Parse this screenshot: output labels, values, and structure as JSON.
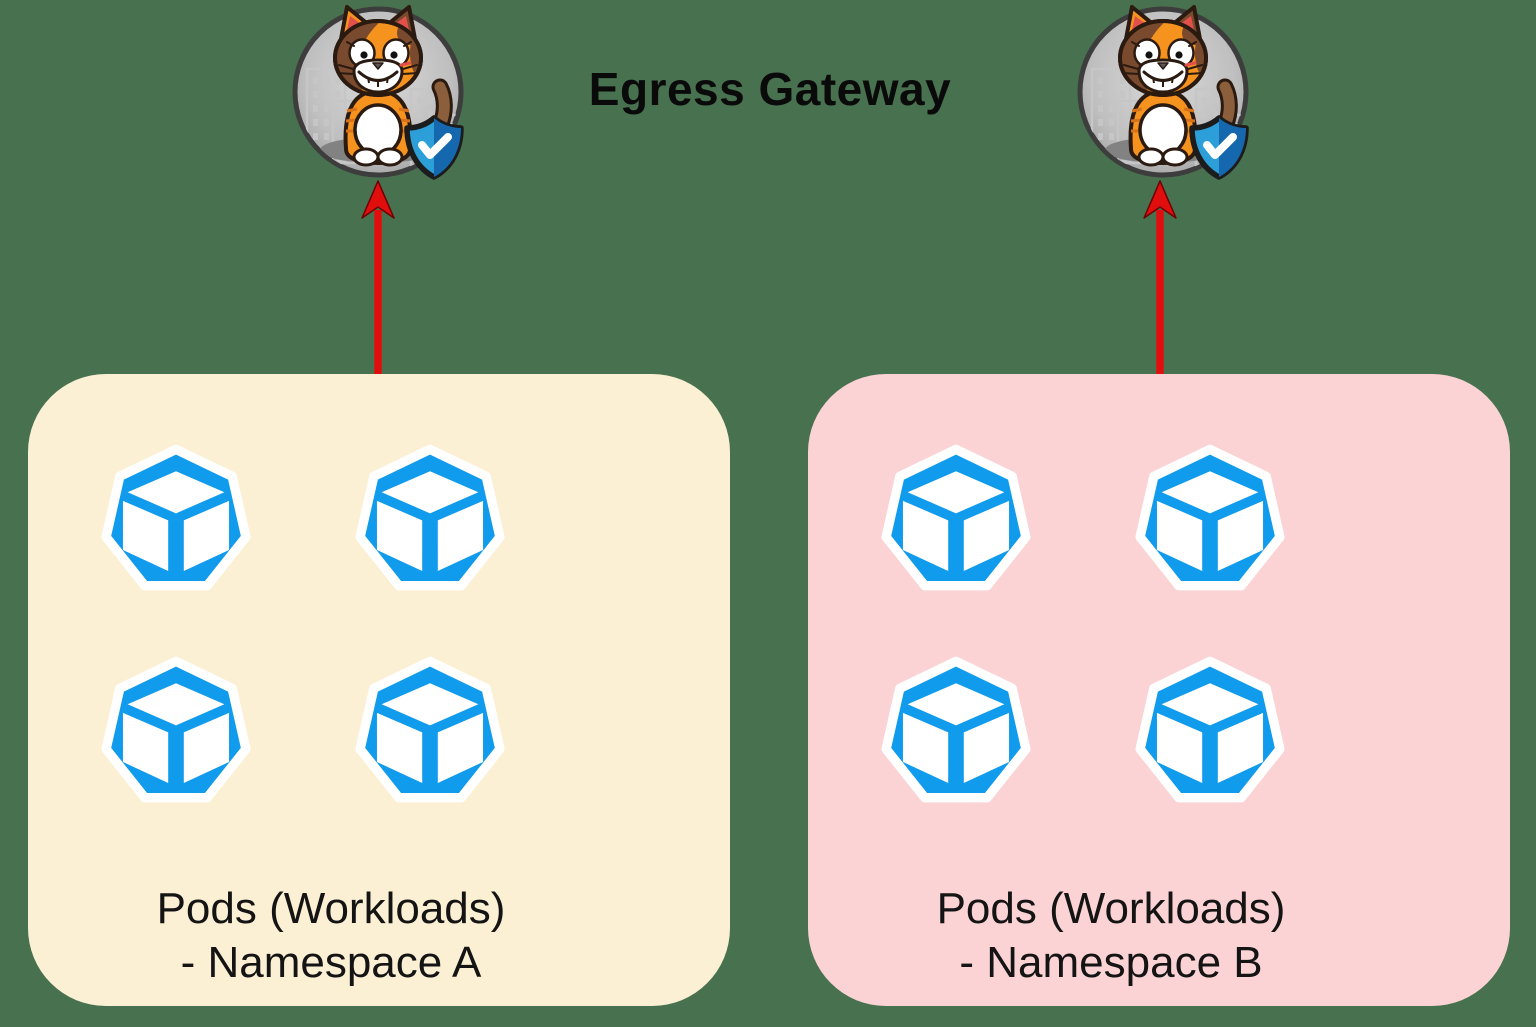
{
  "title": "Egress Gateway",
  "colors": {
    "background": "#48714F",
    "arrow_red": "#E10E0E",
    "pod_blue": "#119BEC",
    "gateway_circle_gray": "#B9B9B9",
    "shield_blue_light": "#2D9FD8",
    "shield_blue_dark": "#1668AE",
    "cat_orange": "#F6921E",
    "cat_brown": "#7A4A2E"
  },
  "icons": {
    "gateway": "egress-gateway-cat-icon",
    "badge": "shield-check-icon",
    "pod": "kubernetes-pod-icon"
  },
  "gateways": [
    {
      "side": "left"
    },
    {
      "side": "right"
    }
  ],
  "namespaces": [
    {
      "label_line1": "Pods (Workloads)",
      "label_line2": "- Namespace A",
      "pod_count": 4,
      "fill": "#FBF0D4"
    },
    {
      "label_line1": "Pods (Workloads)",
      "label_line2": "- Namespace B",
      "pod_count": 4,
      "fill": "#FBD3D4"
    }
  ]
}
